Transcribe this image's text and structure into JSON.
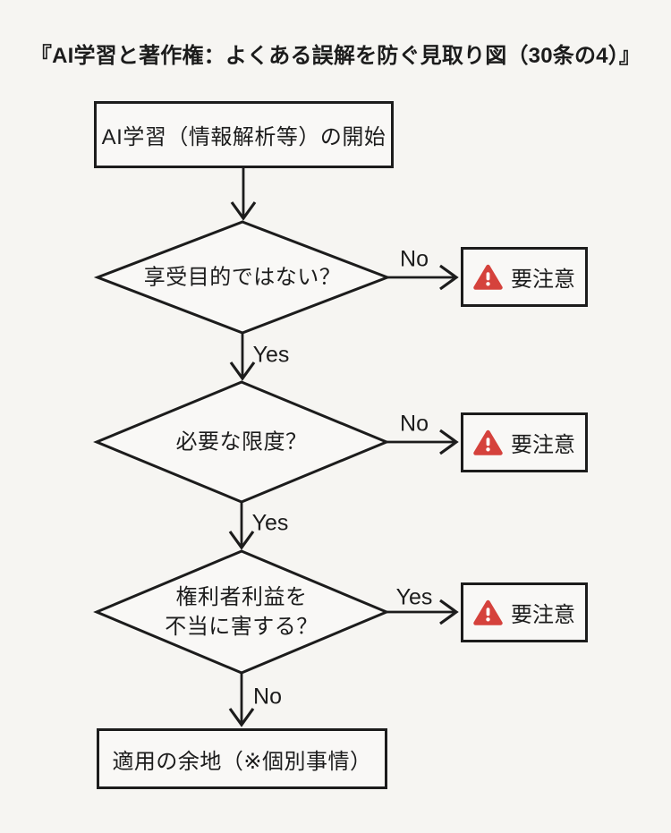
{
  "title": "『AI学習と著作権：よくある誤解を防ぐ見取り図（30条の4）』",
  "colors": {
    "stroke": "#1c1c1c",
    "warning_red": "#d5423c",
    "background": "#f6f5f2"
  },
  "nodes": {
    "start": {
      "label": "AI学習（情報解析等）の開始"
    },
    "decision1": {
      "label": "享受目的ではない？"
    },
    "decision2": {
      "label": "必要な限度？"
    },
    "decision3": {
      "line1": "権利者利益を",
      "line2": "不当に害する？"
    },
    "end": {
      "label": "適用の余地（※個別事情）"
    }
  },
  "warnings": [
    {
      "icon": "warning-triangle-icon",
      "label": "要注意"
    },
    {
      "icon": "warning-triangle-icon",
      "label": "要注意"
    },
    {
      "icon": "warning-triangle-icon",
      "label": "要注意"
    }
  ],
  "edge_labels": {
    "decision1_no": "No",
    "decision1_yes": "Yes",
    "decision2_no": "No",
    "decision2_yes": "Yes",
    "decision3_yes": "Yes",
    "decision3_no": "No"
  }
}
